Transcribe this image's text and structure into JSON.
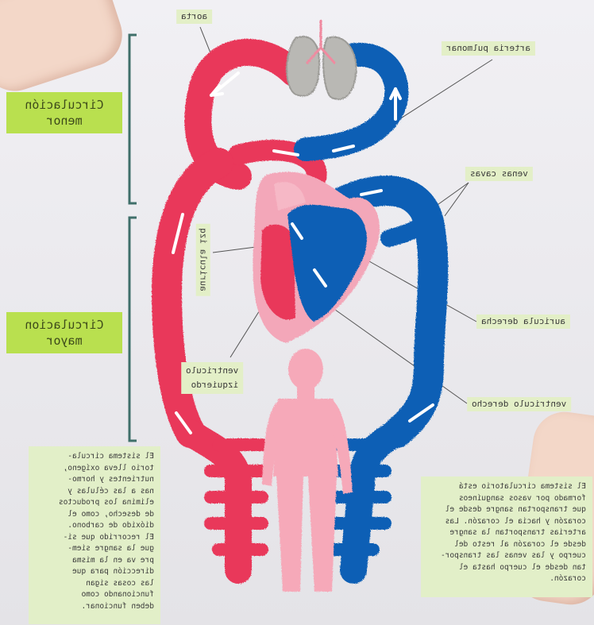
{
  "diagram": {
    "labels": {
      "aorta": "aorta",
      "arteria_pulmonar": "arteria pulmonar",
      "venas_cavas": "venas cavas",
      "auricula_izquierda": "auricula izq",
      "auricula_derecha": "auricula derecha",
      "ventriculo_izquierdo_line1": "ventriculo",
      "ventriculo_izquierdo_line2": "izquierdo",
      "ventriculo_derecho": "ventriculo derecho"
    },
    "notes": {
      "circulacion_menor_line1": "Circulación",
      "circulacion_menor_line2": "menor",
      "circulacion_mayor_line1": "Circulacion",
      "circulacion_mayor_line2": "mayor"
    },
    "text_left": "El sistema circula-\ntorio lleva oxígeno,\nnutrientes y hormo-\nnas a las células y\nelimina los productos\nde desecho, como el\ndióxido de carbono.\nEl recorrido que si-\ngue la sangre siem-\npre va en la misma\ndirección para que\nlas cosas sigan\nfuncionando como\ndeben funcionar.",
    "text_right": "El sistema circulatorio está\nformado por vasos sanguíneos\nque transportan sangre desde el\ncorazón y hacia el corazón. Las\narterias transportan la sangre\ndesde el corazón al resto del\ncuerpo y las venas las transpor-\ntan desde el cuerpo hasta el\ncorazón.",
    "colors": {
      "artery_red": "#e9375a",
      "vein_blue": "#0a5fb5",
      "heart_pink": "#f3a7b9",
      "body_pink": "#f6a9b9",
      "note_green": "#b9e04f",
      "label_green": "#e3efc7",
      "lung_gray": "#b9b8b4",
      "bracket_teal": "#3f6f6a"
    }
  }
}
